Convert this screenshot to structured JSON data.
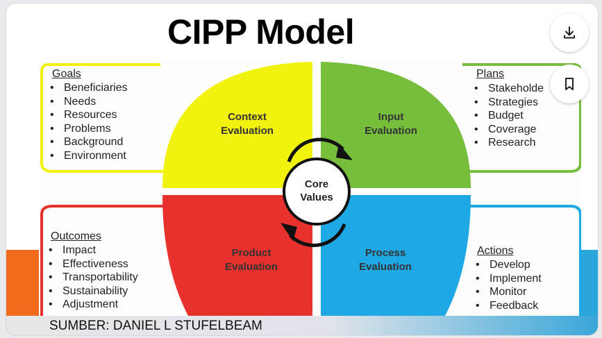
{
  "slide": {
    "title": "CIPP Model",
    "caption": "SUMBER: DANIEL L STUFELBEAM"
  },
  "diagram": {
    "quadrants": [
      {
        "line1": "Context",
        "line2": "Evaluation",
        "color": "#f2f20f"
      },
      {
        "line1": "Input",
        "line2": "Evaluation",
        "color": "#77be3c"
      },
      {
        "line1": "Product",
        "line2": "Evaluation",
        "color": "#e8312c"
      },
      {
        "line1": "Process",
        "line2": "Evaluation",
        "color": "#1ea8e4"
      }
    ],
    "core": {
      "line1": "Core",
      "line2": "Values"
    },
    "goals": {
      "title": "Goals",
      "items": [
        "Beneficiaries",
        "Needs",
        "Resources",
        "Problems",
        "Background",
        "Environment"
      ]
    },
    "plans": {
      "title": "Plans",
      "items": [
        "Stakeholde",
        "Strategies",
        "Budget",
        "Coverage",
        "Research"
      ]
    },
    "outcomes": {
      "title": "Outcomes",
      "items": [
        "Impact",
        "Effectiveness",
        "Transportability",
        "Sustainability",
        "Adjustment"
      ]
    },
    "actions": {
      "title": "Actions",
      "items": [
        "Develop",
        "Implement",
        "Monitor",
        "Feedback"
      ]
    }
  },
  "actions_bar": {
    "download_icon": "download-icon",
    "bookmark_icon": "bookmark-icon"
  }
}
